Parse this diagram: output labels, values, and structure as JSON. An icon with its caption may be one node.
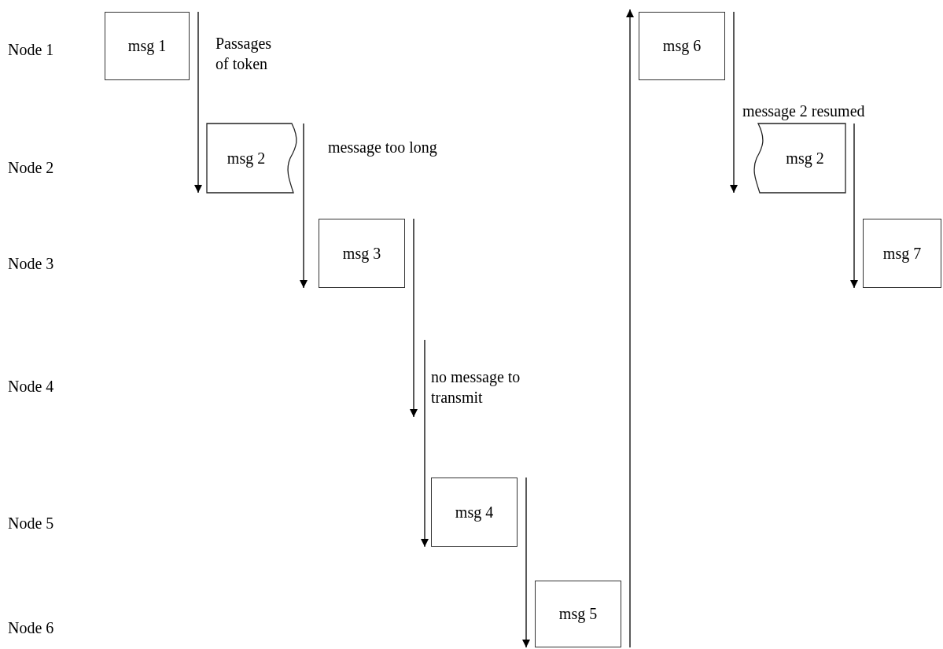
{
  "diagram": {
    "nodes": [
      {
        "text": [
          "msg 1"
        ]
      },
      {
        "text": [
          "msg 2"
        ]
      },
      {
        "text": [
          "msg 3"
        ]
      },
      {
        "text": [
          "msg 4"
        ]
      },
      {
        "text": [
          "msg 5"
        ]
      },
      {
        "text": [
          "msg 6"
        ]
      },
      {
        "text": [
          "msg 2"
        ]
      },
      {
        "text": [
          "msg 7"
        ]
      }
    ],
    "edges": [
      {
        "from": 0,
        "to": 1,
        "arrow": "to"
      },
      {
        "from": 1,
        "to": 2,
        "arrow": "to"
      },
      {
        "from": 2,
        "to": null,
        "arrow": "to"
      },
      {
        "from": null,
        "to": 3,
        "arrow": "to"
      },
      {
        "from": 3,
        "to": 4,
        "arrow": "to"
      },
      {
        "from": 4,
        "to": 5,
        "arrow": "to"
      },
      {
        "from": 5,
        "to": 6,
        "arrow": "to"
      },
      {
        "from": 6,
        "to": 7,
        "arrow": "to"
      }
    ],
    "labels": [
      "Node 1",
      "Node 2",
      "Node 3",
      "Node 4",
      "Node 5",
      "Node 6",
      "Passages of token",
      "message too long",
      "no message to transmit",
      "message 2 resumed"
    ]
  }
}
